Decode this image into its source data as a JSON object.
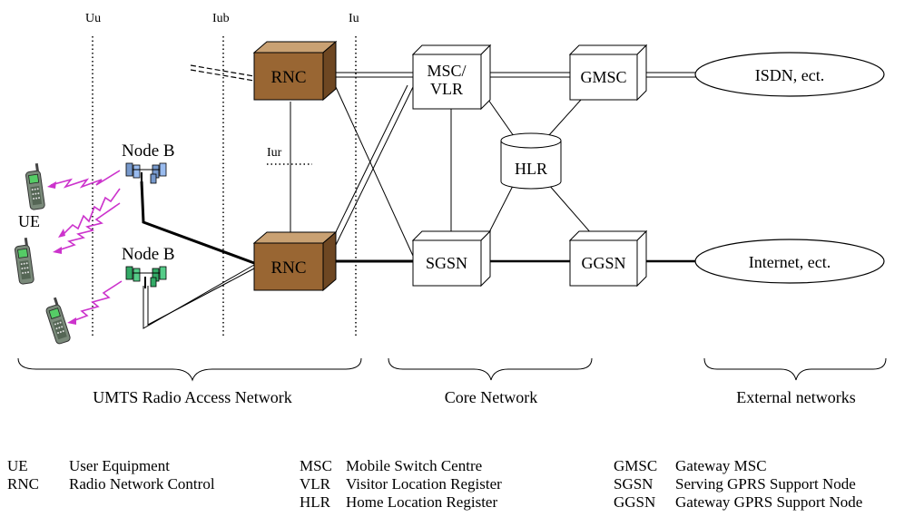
{
  "interfaces": {
    "uu": "Uu",
    "iub": "Iub",
    "iu": "Iu",
    "iur": "Iur"
  },
  "nodes": {
    "rnc_top": "RNC",
    "rnc_bottom": "RNC",
    "msc_line1": "MSC/",
    "msc_line2": "VLR",
    "gmsc": "GMSC",
    "sgsn": "SGSN",
    "ggsn": "GGSN",
    "hlr": "HLR",
    "node_b_top": "Node B",
    "node_b_bottom": "Node B",
    "ue": "UE"
  },
  "external": {
    "isdn": "ISDN, ect.",
    "internet": "Internet, ect."
  },
  "groups": {
    "utran": "UMTS Radio Access Network",
    "core": "Core Network",
    "external": "External networks"
  },
  "legend": [
    {
      "abbr": "UE",
      "text": "User Equipment"
    },
    {
      "abbr": "RNC",
      "text": "Radio Network Control"
    },
    {
      "abbr": "MSC",
      "text": "Mobile Switch Centre"
    },
    {
      "abbr": "VLR",
      "text": "Visitor Location Register"
    },
    {
      "abbr": "HLR",
      "text": "Home Location Register"
    },
    {
      "abbr": "GMSC",
      "text": "Gateway MSC"
    },
    {
      "abbr": "SGSN",
      "text": "Serving GPRS Support Node"
    },
    {
      "abbr": "GGSN",
      "text": "Gateway GPRS Support Node"
    }
  ],
  "colors": {
    "rnc_fill": "#996633",
    "rnc_top_face": "#c9a173",
    "rnc_side_face": "#6e4722",
    "radio_link": "#cc33cc",
    "antenna_blue": "#7799cc",
    "antenna_green": "#33aa66",
    "phone_body": "#7a8a7a"
  }
}
